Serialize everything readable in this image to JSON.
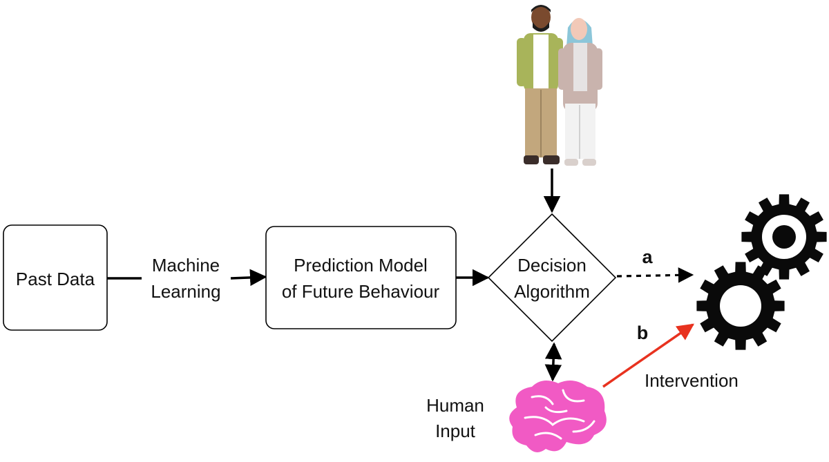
{
  "nodes": {
    "past_data": {
      "label": "Past Data"
    },
    "prediction_model": {
      "line1": "Prediction Model",
      "line2": "of Future Behaviour"
    },
    "decision_algorithm": {
      "line1": "Decision",
      "line2": "Algorithm"
    }
  },
  "edge_labels": {
    "machine_learning": {
      "line1": "Machine",
      "line2": "Learning"
    },
    "human_input": {
      "line1": "Human",
      "line2": "Input"
    },
    "path_a": "a",
    "path_b": "b",
    "intervention": "Intervention"
  },
  "icons": {
    "people": "people-couple-icon",
    "brain": "brain-icon",
    "gears": "gears-icon"
  },
  "colors": {
    "stroke": "#000000",
    "intervention_arrow": "#e8321f",
    "brain": "#f15ac4",
    "gear": "#0a0a0a"
  }
}
